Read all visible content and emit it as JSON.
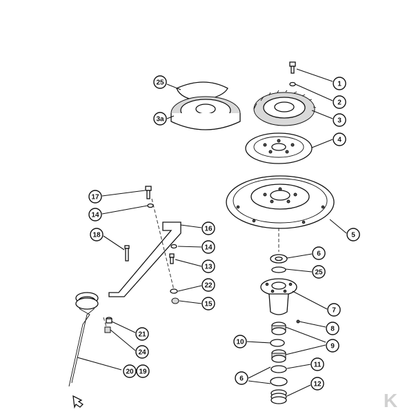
{
  "callouts": [
    {
      "id": "c1",
      "label": "1"
    },
    {
      "id": "c2",
      "label": "2"
    },
    {
      "id": "c3",
      "label": "3"
    },
    {
      "id": "c4",
      "label": "4"
    },
    {
      "id": "c5",
      "label": "5"
    },
    {
      "id": "c6a",
      "label": "6"
    },
    {
      "id": "c25b",
      "label": "25"
    },
    {
      "id": "c7",
      "label": "7"
    },
    {
      "id": "c8",
      "label": "8"
    },
    {
      "id": "c9",
      "label": "9"
    },
    {
      "id": "c10",
      "label": "10"
    },
    {
      "id": "c11",
      "label": "11"
    },
    {
      "id": "c6b",
      "label": "6"
    },
    {
      "id": "c12",
      "label": "12"
    },
    {
      "id": "c25a",
      "label": "25"
    },
    {
      "id": "c3a",
      "label": "3a"
    },
    {
      "id": "c17",
      "label": "17"
    },
    {
      "id": "c14a",
      "label": "14"
    },
    {
      "id": "c16",
      "label": "16"
    },
    {
      "id": "c18",
      "label": "18"
    },
    {
      "id": "c14b",
      "label": "14"
    },
    {
      "id": "c13",
      "label": "13"
    },
    {
      "id": "c22",
      "label": "22"
    },
    {
      "id": "c15",
      "label": "15"
    },
    {
      "id": "c21",
      "label": "21"
    },
    {
      "id": "c24",
      "label": "24"
    },
    {
      "id": "c20",
      "label": "20"
    },
    {
      "id": "c19",
      "label": "19"
    }
  ],
  "brand_mark": {
    "letter": "K",
    "color": "#d0d0d0"
  }
}
